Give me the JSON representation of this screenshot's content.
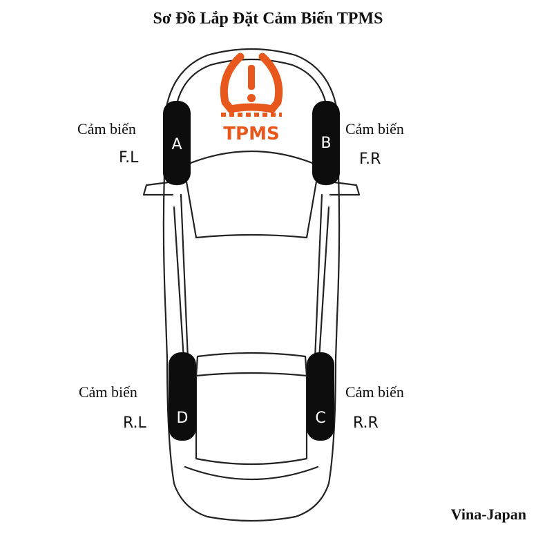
{
  "title": "Sơ Đồ Lắp Đặt Cảm Biến TPMS",
  "tpms_icon": {
    "label": "TPMS",
    "color": "#e8581c",
    "symbol": "!"
  },
  "wheels": [
    {
      "letter": "A",
      "sensor_label": "Cảm biến",
      "position": "F.L"
    },
    {
      "letter": "B",
      "sensor_label": "Cảm biến",
      "position": "F.R"
    },
    {
      "letter": "C",
      "sensor_label": "Cảm biến",
      "position": "R.R"
    },
    {
      "letter": "D",
      "sensor_label": "Cảm biến",
      "position": "R.L"
    }
  ],
  "brand": "Vina-Japan"
}
